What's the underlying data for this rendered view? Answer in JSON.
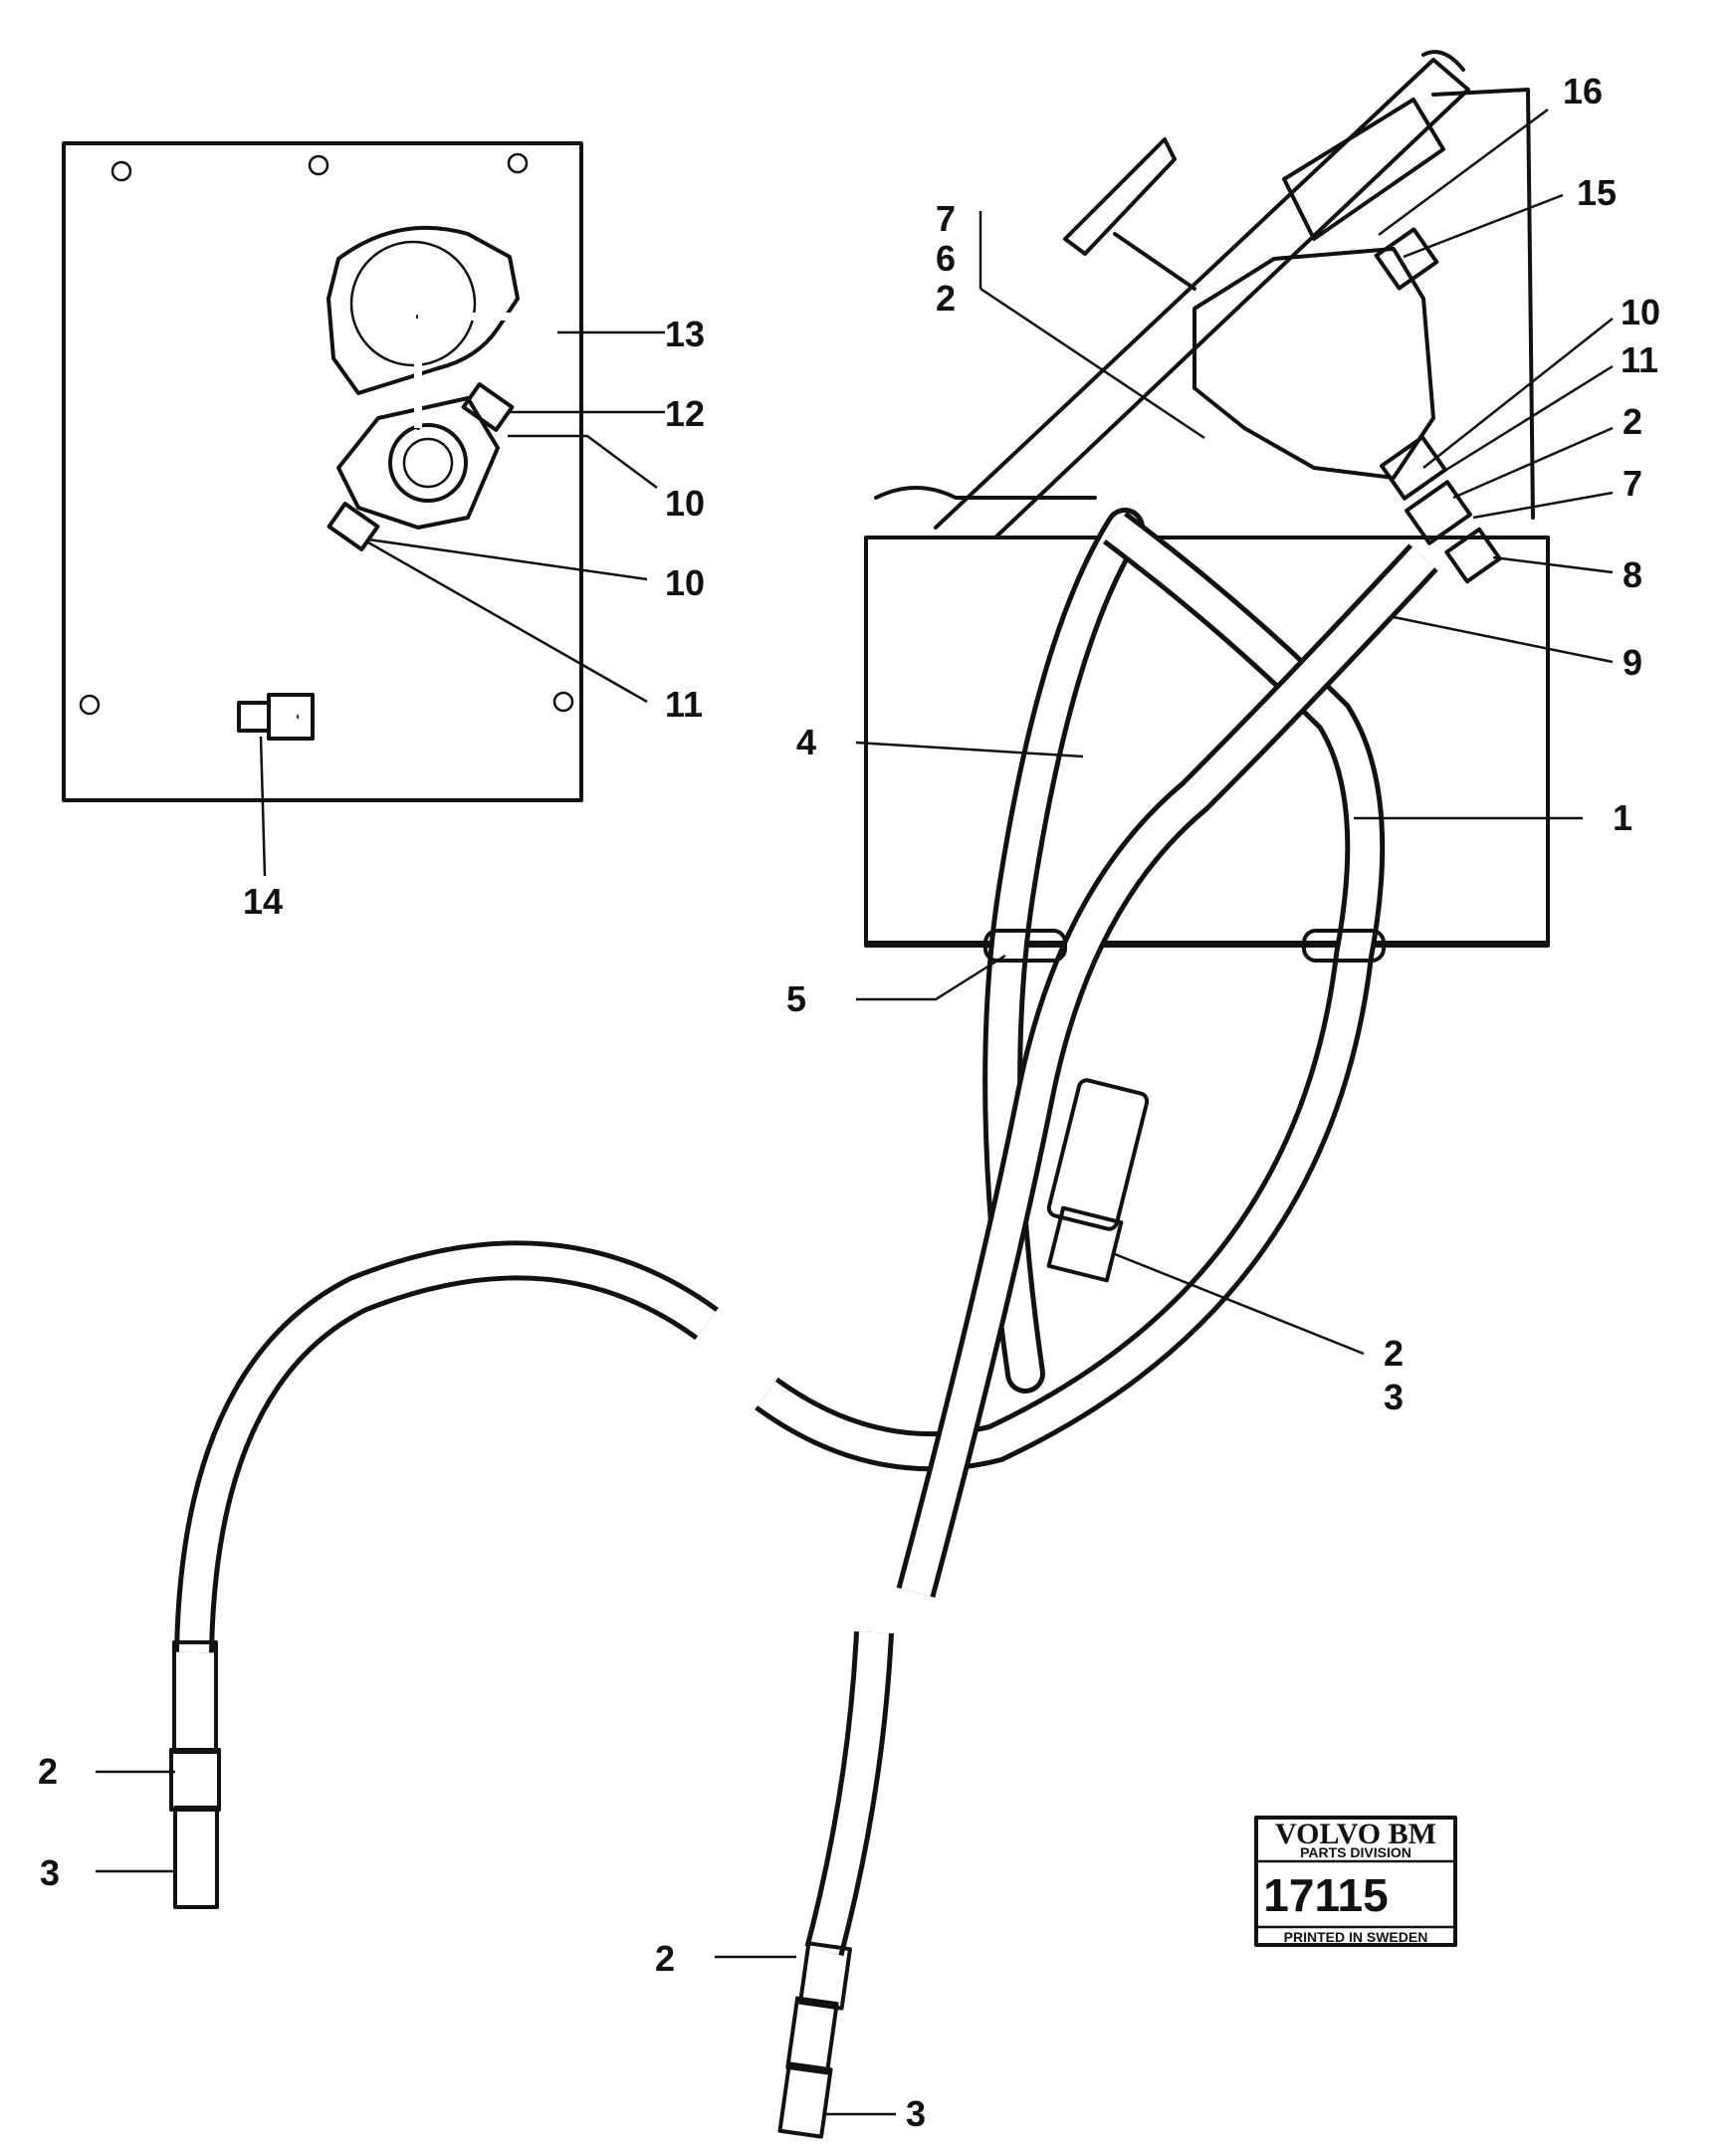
{
  "callouts": {
    "inset": {
      "c13": "13",
      "c12": "12",
      "c10a": "10",
      "c10b": "10",
      "c11": "11",
      "c14": "14"
    },
    "main": {
      "c16": "16",
      "c15": "15",
      "c7a": "7",
      "c6": "6",
      "c2a": "2",
      "c10": "10",
      "c11": "11",
      "c2b": "2",
      "c7b": "7",
      "c8": "8",
      "c9": "9",
      "c4": "4",
      "c1": "1",
      "c5": "5",
      "c2c": "2",
      "c3c": "3"
    },
    "bottom_left": {
      "c2": "2",
      "c3": "3"
    },
    "bottom_center": {
      "c2": "2",
      "c3": "3"
    }
  },
  "badge": {
    "brand": "VOLVO BM",
    "division": "PARTS DIVISION",
    "number": "17115",
    "footer": "PRINTED IN SWEDEN"
  }
}
